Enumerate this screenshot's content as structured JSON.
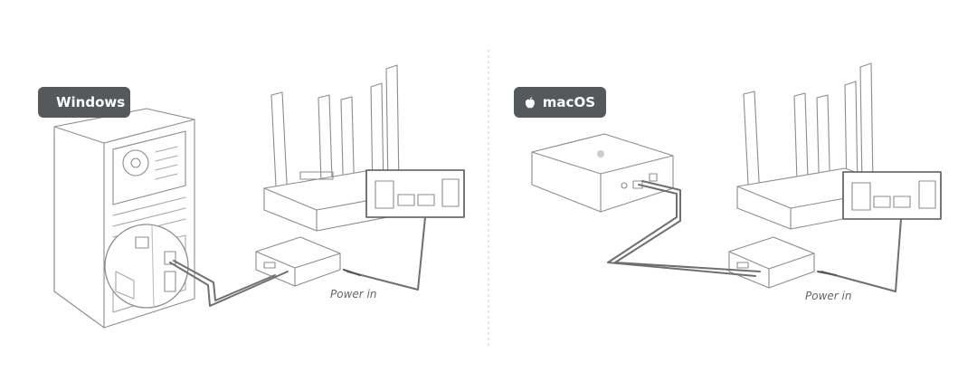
{
  "panels": [
    {
      "os_label": "Windows",
      "os_icon": "windows-logo-icon",
      "power_label": "Power in"
    },
    {
      "os_label": "macOS",
      "os_icon": "apple-logo-icon",
      "power_label": "Power in"
    }
  ],
  "colors": {
    "badge_bg": "#55595c",
    "line": "#9a9a9a",
    "cable": "#6f6f6f"
  }
}
